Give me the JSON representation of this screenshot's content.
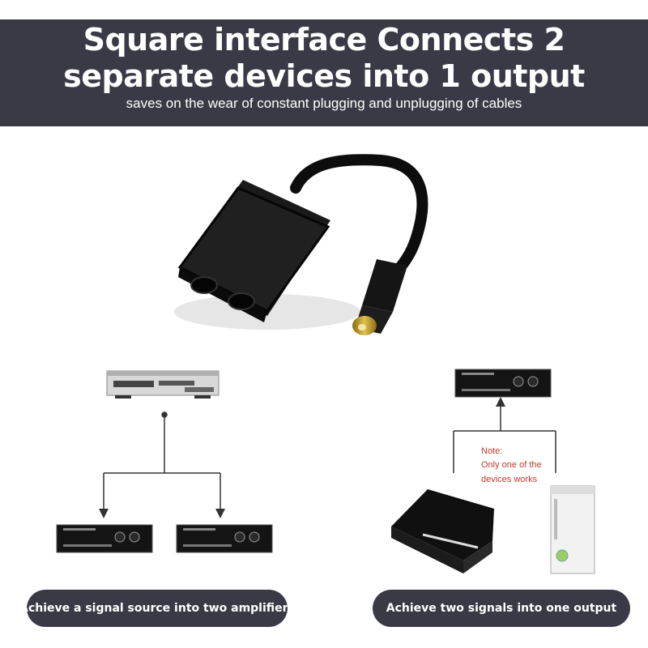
{
  "header": {
    "line1": "Square interface  Connects 2",
    "line2": "separate devices into 1 output",
    "subtitle": "saves on the wear of constant plugging and unplugging of cables"
  },
  "note": {
    "title": "Note:",
    "line1": "Only one of the",
    "line2": "devices works",
    "color": "#c0392b"
  },
  "captions": {
    "left": "Achieve a signal source into two amplifiers",
    "right": "Achieve two signals into one output"
  },
  "colors": {
    "banner": "#3a3a46",
    "device": "#111111",
    "connector_tip": "#c9a227"
  },
  "icons": {
    "splitter": "optical-splitter-icon",
    "vcr": "vcr-player-icon",
    "amplifier": "amplifier-icon",
    "console_a": "game-console-icon",
    "console_b": "tower-console-icon"
  }
}
